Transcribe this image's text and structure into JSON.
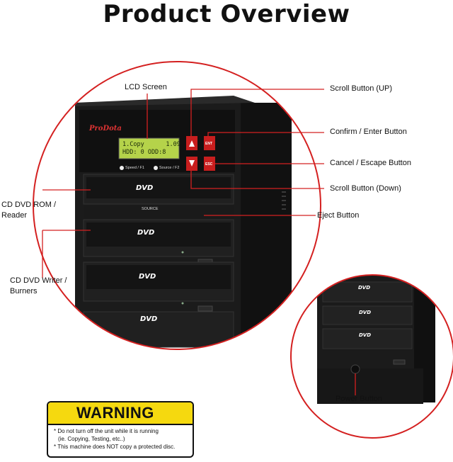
{
  "title": "Product Overview",
  "labels": {
    "lcd_screen": "LCD Screen",
    "scroll_up": "Scroll Button (UP)",
    "confirm_enter": "Confirm / Enter Button",
    "cancel_escape": "Cancel / Escape Button",
    "scroll_down": "Scroll Button (Down)",
    "cd_rom_reader": "CD DVD ROM / Reader",
    "eject": "Eject Button",
    "writer_burners": "CD DVD Writer / Burners",
    "power": "Power Button"
  },
  "device": {
    "brand": "ProDota",
    "lcd_line1": "1.Copy      1.09",
    "lcd_line2": "HDD: 0 ODD:8",
    "button_ent": "ENT",
    "button_esc": "ESC",
    "speed_label": "Speed / F1",
    "source_label": "Source / F2",
    "source_tag": "SOURCE",
    "dvd_logo": "DVD"
  },
  "warning": {
    "heading": "WARNING",
    "lines": [
      "* Do not turn off the unit while it is running",
      "(ie. Copying, Testing, etc..)",
      "* This machine does NOT copy a protected disc."
    ]
  },
  "colors": {
    "callout_red": "#d42020",
    "warning_yellow": "#f5d90f",
    "device_black": "#151515",
    "lcd_green": "#b5d34a"
  }
}
